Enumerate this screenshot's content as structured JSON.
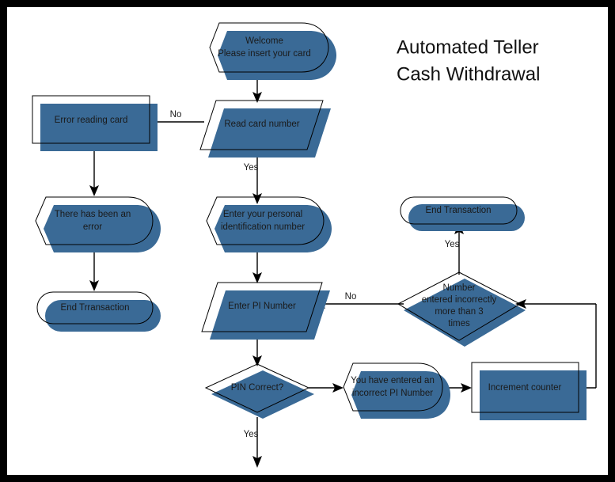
{
  "diagram": {
    "title_line1": "Automated Teller",
    "title_line2": "Cash Withdrawal",
    "accent_color": "#3a6a96",
    "shadow_dark_color": "#2c536f",
    "border_color": "#000000",
    "background_color": "#ffffff"
  },
  "nodes": {
    "welcome": {
      "shape": "display",
      "line1": "Welcome",
      "line2": "Please insert your card"
    },
    "read_card_number": {
      "shape": "parallelogram",
      "line1": "Read card number"
    },
    "error_reading_card": {
      "shape": "rectangle",
      "line1": "Error reading card"
    },
    "there_has_been_an_error": {
      "shape": "display",
      "line1": "There has been an",
      "line2": "error"
    },
    "end_trransaction": {
      "shape": "terminator",
      "line1": "End Trransaction"
    },
    "enter_pin_personal": {
      "shape": "display",
      "line1": "Enter your personal",
      "line2": "identification number"
    },
    "enter_pi_number": {
      "shape": "parallelogram",
      "line1": "Enter PI Number"
    },
    "pin_correct": {
      "shape": "decision",
      "line1": "PIN Correct?"
    },
    "incorrect_pi_message": {
      "shape": "display",
      "line1": "You have entered an",
      "line2": "incorrect PI Number"
    },
    "increment_counter": {
      "shape": "rectangle",
      "line1": "Increment counter"
    },
    "number_entered_incorrectly": {
      "shape": "decision",
      "line1": "Number",
      "line2": "entered incorrectly",
      "line3": "more than 3",
      "line4": "times"
    },
    "end_transaction": {
      "shape": "terminator",
      "line1": "End Transaction"
    }
  },
  "edge_labels": {
    "read_card_no": "No",
    "read_card_yes": "Yes",
    "enter_pi_no": "No",
    "pin_correct_yes": "Yes",
    "number_exceeded_yes": "Yes"
  }
}
